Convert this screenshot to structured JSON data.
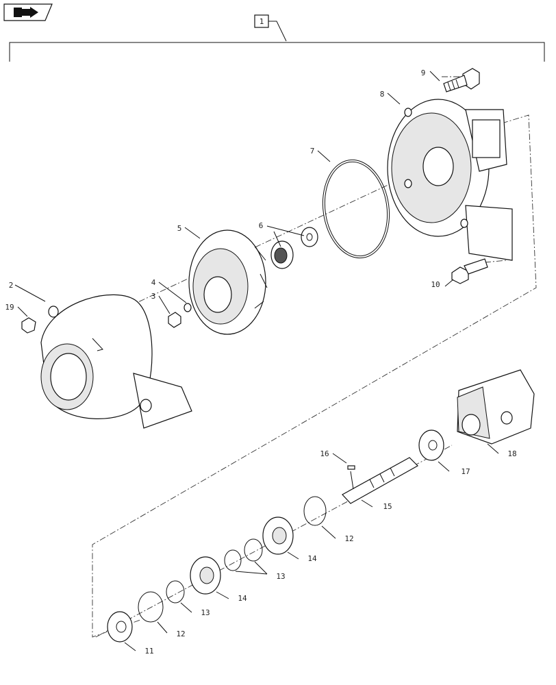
{
  "diagram": {
    "assembly_label": "1",
    "callouts": [
      {
        "id": "c2",
        "text": "2"
      },
      {
        "id": "c3",
        "text": "3"
      },
      {
        "id": "c4",
        "text": "4"
      },
      {
        "id": "c5",
        "text": "5"
      },
      {
        "id": "c6",
        "text": "6"
      },
      {
        "id": "c7",
        "text": "7"
      },
      {
        "id": "c8",
        "text": "8"
      },
      {
        "id": "c9",
        "text": "9"
      },
      {
        "id": "c10",
        "text": "10"
      },
      {
        "id": "c11",
        "text": "11"
      },
      {
        "id": "c12a",
        "text": "12"
      },
      {
        "id": "c12b",
        "text": "12"
      },
      {
        "id": "c13a",
        "text": "13"
      },
      {
        "id": "c13b",
        "text": "13"
      },
      {
        "id": "c14a",
        "text": "14"
      },
      {
        "id": "c14b",
        "text": "14"
      },
      {
        "id": "c15",
        "text": "15"
      },
      {
        "id": "c16",
        "text": "16"
      },
      {
        "id": "c17",
        "text": "17"
      },
      {
        "id": "c18",
        "text": "18"
      },
      {
        "id": "c19",
        "text": "19"
      }
    ],
    "nav_icon": "back-arrow-icon"
  }
}
